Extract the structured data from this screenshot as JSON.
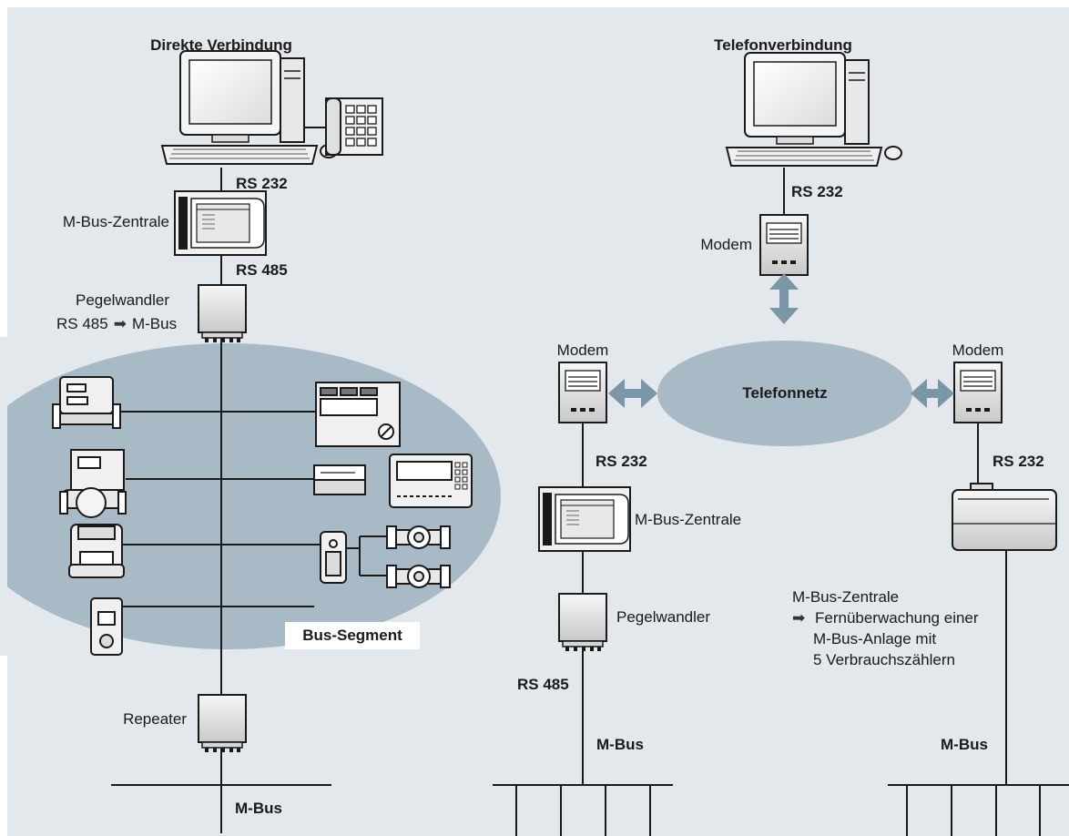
{
  "left": {
    "title": "Direkte Verbindung",
    "rs232": "RS 232",
    "zentrale": "M-Bus-Zentrale",
    "rs485": "RS 485",
    "pegelwandler": "Pegelwandler",
    "pegel_from": "RS 485",
    "pegel_to": "M-Bus",
    "segment": "Bus-Segment",
    "repeater": "Repeater",
    "mbus": "M-Bus"
  },
  "right": {
    "title": "Telefonverbindung",
    "rs232_top": "RS 232",
    "modem_top": "Modem",
    "modem_left": "Modem",
    "modem_right": "Modem",
    "telefonnetz": "Telefonnetz",
    "rs232_mid": "RS 232",
    "zentrale": "M-Bus-Zentrale",
    "pegelwandler": "Pegelwandler",
    "rs485": "RS 485",
    "mbus_mid": "M-Bus",
    "rs232_right": "RS 232",
    "note_title": "M-Bus-Zentrale",
    "note_line1": "Fernüberwachung einer",
    "note_line2": "M-Bus-Anlage mit",
    "note_line3": "5 Verbrauchszählern",
    "mbus_right": "M-Bus"
  },
  "icons": {
    "arrow_symbol": "➡"
  },
  "colors": {
    "background": "#e2e8ec",
    "segment_ellipse": "#a9bac7",
    "telefonnetz": "#a9bac7",
    "arrow": "#7b96a6",
    "line": "#1a1a1a",
    "device_fill": "#f2f2f2"
  }
}
